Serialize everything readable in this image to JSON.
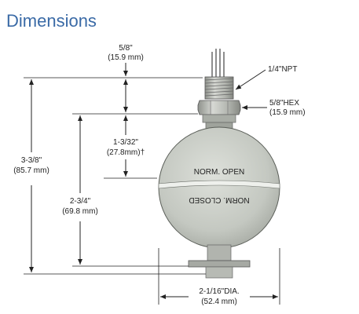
{
  "title": "Dimensions",
  "labels": {
    "top_width": "5/8\"",
    "top_width_mm": "(15.9 mm)",
    "npt": "1/4\"NPT",
    "hex": "5/8\"HEX",
    "hex_mm": "(15.9 mm)",
    "overall_height": "3-3/8\"",
    "overall_height_mm": "(85.7 mm)",
    "float_offset": "1-3/32\"",
    "float_offset_mm": "(27.8mm)†",
    "body_height": "2-3/4\"",
    "body_height_mm": "(69.8 mm)",
    "dia": "2-1/16\"DIA.",
    "dia_mm": "(52.4 mm)",
    "norm_open": "NORM. OPEN",
    "norm_closed": "NORM. CLOSED"
  },
  "colors": {
    "title": "#3a6aa6",
    "float_body": "#cdd1ca",
    "float_shadow": "#9ea39b",
    "metal": "#b9bcb6",
    "line": "#222222"
  }
}
